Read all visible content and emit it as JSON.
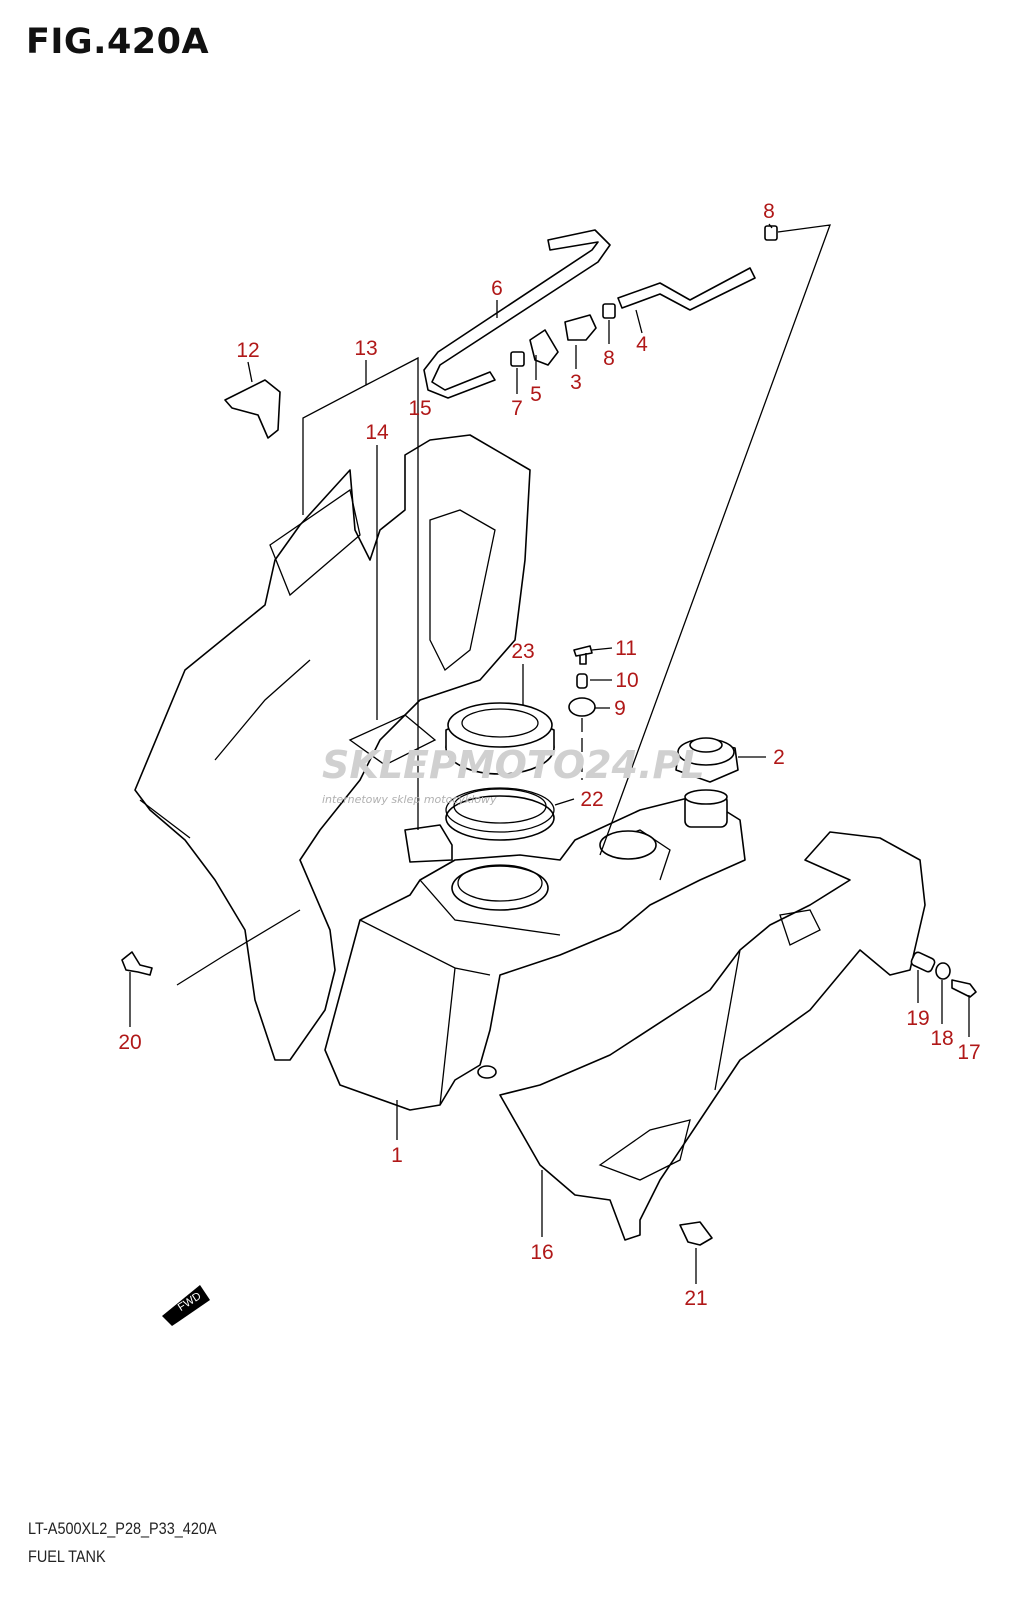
{
  "figure": {
    "title": "FIG.420A"
  },
  "footer": {
    "model_code": "LT-A500XL2_P28_P33_420A",
    "caption": "FUEL TANK"
  },
  "watermark": {
    "brand": "SKLEPMOTO24.PL",
    "tagline": "internetowy sklep motocyklowy"
  },
  "callouts": [
    {
      "id": "1"
    },
    {
      "id": "2"
    },
    {
      "id": "3"
    },
    {
      "id": "4"
    },
    {
      "id": "5"
    },
    {
      "id": "6"
    },
    {
      "id": "7"
    },
    {
      "id": "8"
    },
    {
      "id": "8"
    },
    {
      "id": "9"
    },
    {
      "id": "10"
    },
    {
      "id": "11"
    },
    {
      "id": "12"
    },
    {
      "id": "13"
    },
    {
      "id": "14"
    },
    {
      "id": "15"
    },
    {
      "id": "16"
    },
    {
      "id": "17"
    },
    {
      "id": "18"
    },
    {
      "id": "19"
    },
    {
      "id": "20"
    },
    {
      "id": "21"
    },
    {
      "id": "22"
    },
    {
      "id": "23"
    }
  ],
  "direction_marker": {
    "label": "FWD"
  },
  "colors": {
    "callout": "#b01818",
    "line": "#000000"
  }
}
